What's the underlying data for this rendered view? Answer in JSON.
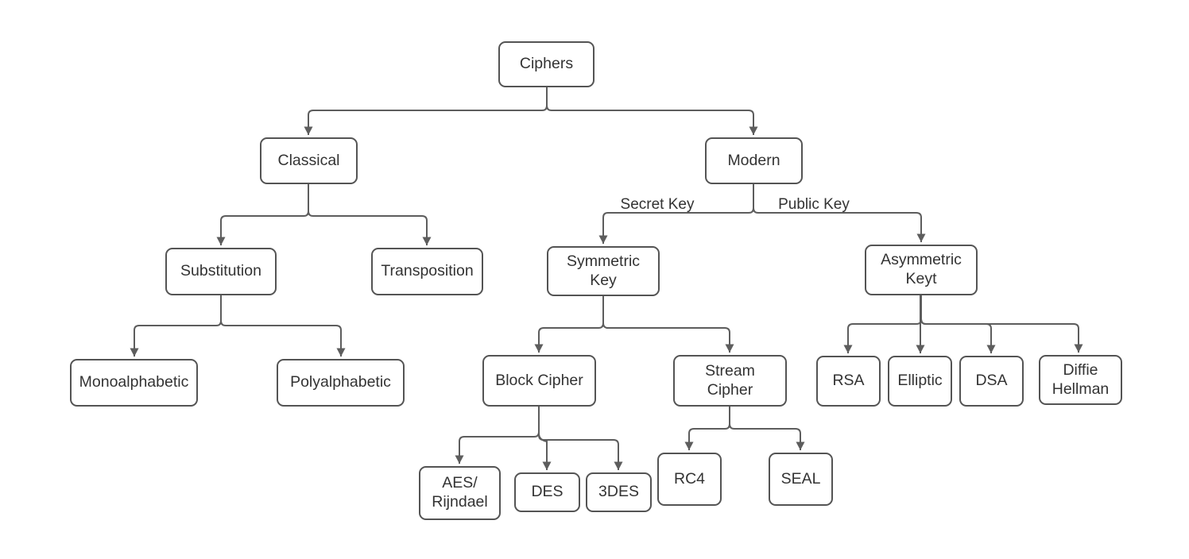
{
  "nodes": {
    "ciphers": {
      "label": "Ciphers"
    },
    "classical": {
      "label": "Classical"
    },
    "modern": {
      "label": "Modern"
    },
    "substitution": {
      "label": "Substitution"
    },
    "transposition": {
      "label": "Transposition"
    },
    "monoalphabetic": {
      "label": "Monoalphabetic"
    },
    "polyalphabetic": {
      "label": "Polyalphabetic"
    },
    "symmetric_key": {
      "label": "Symmetric\nKey"
    },
    "asymmetric_key": {
      "label": "Asymmetric\nKeyt"
    },
    "block_cipher": {
      "label": "Block Cipher"
    },
    "stream_cipher": {
      "label": "Stream\nCipher"
    },
    "aes_rijndael": {
      "label": "AES/\nRijndael"
    },
    "des": {
      "label": "DES"
    },
    "tdes": {
      "label": "3DES"
    },
    "rc4": {
      "label": "RC4"
    },
    "seal": {
      "label": "SEAL"
    },
    "rsa": {
      "label": "RSA"
    },
    "elliptic": {
      "label": "Elliptic"
    },
    "dsa": {
      "label": "DSA"
    },
    "diffie_hellman": {
      "label": "Diffie\nHellman"
    }
  },
  "edge_labels": {
    "secret_key": "Secret Key",
    "public_key": "Public Key"
  },
  "colors": {
    "background": "#ffffff",
    "box_border": "#545454",
    "connector": "#5d5d5d",
    "text": "#333333"
  }
}
